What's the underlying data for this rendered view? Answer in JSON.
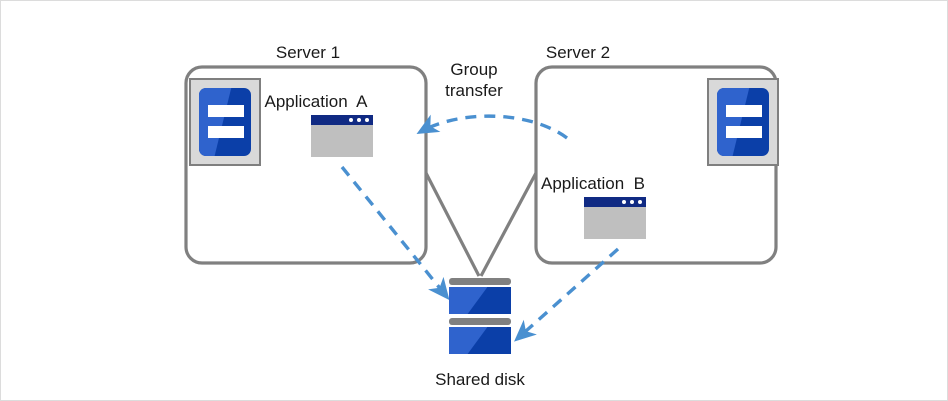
{
  "diagram": {
    "title_server1": "Server 1",
    "title_server2": "Server 2",
    "app_a_label": "Application  A",
    "app_b_label": "Application  B",
    "group_transfer_label": "Group\ntransfer",
    "shared_disk_label": "Shared disk",
    "colors": {
      "box_border": "#808080",
      "connector_line": "#808080",
      "arrow_blue": "#4a90d0",
      "icon_blue_dark": "#0b3fa8",
      "icon_blue_light": "#2f63cd",
      "icon_gray_bg": "#d9d9d9",
      "icon_gray_border": "#7f7f7f",
      "app_titlebar": "#102a83",
      "app_body": "#bfbfbf",
      "disk_cap": "#808080",
      "page_border": "#dcdcdc",
      "text": "#1a1a1a"
    },
    "icons": {
      "server_chassis": "server-icon",
      "application_window": "application-window-icon",
      "shared_disk": "shared-disk-icon"
    }
  }
}
